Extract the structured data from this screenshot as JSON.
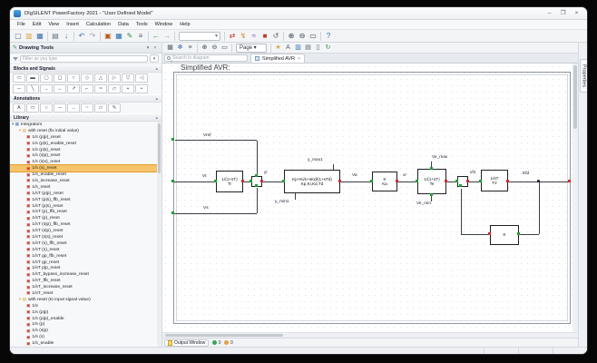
{
  "window": {
    "title": "DIgSILENT PowerFactory 2021  -  \"User Defined Model\"",
    "controls": [
      "–",
      "❐",
      "×"
    ]
  },
  "menu": {
    "items": [
      "File",
      "Edit",
      "View",
      "Insert",
      "Calculation",
      "Data",
      "Tools",
      "Window",
      "Help"
    ]
  },
  "toolbar_main": {
    "icons": [
      {
        "n": "new-icon",
        "g": "▢",
        "c": "#5a6b7d"
      },
      {
        "n": "open-icon",
        "g": "▥",
        "c": "#d9a441"
      },
      {
        "n": "save-icon",
        "g": "▦",
        "c": "#3f6fae"
      },
      {
        "sep": true
      },
      {
        "n": "print-icon",
        "g": "▤",
        "c": "#6b7680"
      },
      {
        "n": "export-icon",
        "g": "↓",
        "c": "#3f6fae"
      },
      {
        "sep": true
      },
      {
        "n": "undo-icon",
        "g": "↶",
        "c": "#3f6fae"
      },
      {
        "n": "redo-icon",
        "g": "↷",
        "c": "#9aa4ad"
      },
      {
        "sep": true
      },
      {
        "n": "data-manager-icon",
        "g": "▣",
        "c": "#b35a1f"
      },
      {
        "n": "network-model-icon",
        "g": "▦",
        "c": "#2e6fb0"
      },
      {
        "n": "graphic-icon",
        "g": "✎",
        "c": "#3c8c4e"
      },
      {
        "n": "output-icon",
        "g": "≡",
        "c": "#56606a"
      },
      {
        "sep": true
      },
      {
        "n": "back-icon",
        "g": "←",
        "c": "#2e9e3f"
      },
      {
        "n": "forward-icon",
        "g": "→",
        "c": "#7fbf8a"
      },
      {
        "sep": true
      },
      {
        "combo": true,
        "n": "study-case-combo"
      },
      {
        "sep": true
      },
      {
        "n": "load-flow-icon",
        "g": "⇄",
        "c": "#c23b3b"
      },
      {
        "n": "short-circuit-icon",
        "g": "↯",
        "c": "#d98b2b"
      },
      {
        "n": "simulation-icon",
        "g": "≈",
        "c": "#7a52a8"
      },
      {
        "n": "stop-icon",
        "g": "■",
        "c": "#c0392b"
      },
      {
        "n": "reset-icon",
        "g": "↺",
        "c": "#56606a"
      },
      {
        "sep": true
      },
      {
        "n": "zoom-in-icon",
        "g": "⊕",
        "c": "#3b4753"
      },
      {
        "n": "zoom-out-icon",
        "g": "⊖",
        "c": "#3b4753"
      },
      {
        "n": "zoom-all-icon",
        "g": "▭",
        "c": "#3b4753"
      },
      {
        "sep": true
      },
      {
        "n": "help-icon",
        "g": "?",
        "c": "#2e6fb0"
      }
    ]
  },
  "toolbar_diagram": {
    "icons": [
      {
        "n": "snap-grid-icon",
        "g": "▦",
        "c": "#56606a"
      },
      {
        "n": "freeze-mode-icon",
        "g": "✻",
        "c": "#3f6fae"
      },
      {
        "n": "layers-icon",
        "g": "≡",
        "c": "#56606a"
      },
      {
        "sep": true
      },
      {
        "n": "zoom-in-icon",
        "g": "⊕",
        "c": "#3b4753"
      },
      {
        "n": "zoom-out-icon",
        "g": "⊖",
        "c": "#3b4753"
      },
      {
        "n": "zoom-box-icon",
        "g": "▭",
        "c": "#3b4753"
      },
      {
        "sep": true
      },
      {
        "pagecombo": true,
        "label": "Page",
        "n": "page-select"
      },
      {
        "sep": true
      },
      {
        "n": "star-icon",
        "g": "★",
        "c": "#d9a441"
      },
      {
        "n": "annotation-icon",
        "g": "A",
        "c": "#56606a"
      },
      {
        "n": "color-mode-icon",
        "g": "▥",
        "c": "#2e6fb0"
      },
      {
        "n": "graphic-options-icon",
        "g": "▤",
        "c": "#56606a"
      },
      {
        "n": "page-setup-icon",
        "g": "▯",
        "c": "#56606a"
      },
      {
        "n": "refresh-icon",
        "g": "↻",
        "c": "#3c8c4e"
      }
    ]
  },
  "sidebar": {
    "header": "Drawing Tools",
    "header_buttons": [
      "▾",
      "×"
    ],
    "filter_placeholder": "Filter as you type",
    "filter_button": "▾",
    "sections": {
      "blocks": "Blocks and Signals",
      "annotations": "Annotations",
      "library": "Library"
    },
    "chevron": "▴",
    "palette_blocks_row1": [
      {
        "n": "shape-rect",
        "g": "▭"
      },
      {
        "n": "shape-rect-filled",
        "g": "▬"
      },
      {
        "n": "shape-square",
        "g": "▢"
      },
      {
        "n": "shape-square-2",
        "g": "◻"
      },
      {
        "n": "shape-circle",
        "g": "○"
      },
      {
        "n": "shape-diamond",
        "g": "◇"
      },
      {
        "n": "shape-triangle",
        "g": "△"
      },
      {
        "n": "shape-triangle-right",
        "g": "▷"
      },
      {
        "n": "shape-triangle-down",
        "g": "▽"
      },
      {
        "n": "shape-triangle-left",
        "g": "◁"
      }
    ],
    "palette_blocks_row2": [
      {
        "n": "signal-line",
        "g": "─"
      },
      {
        "n": "signal-diagonal",
        "g": "╲"
      },
      {
        "n": "signal-arrow",
        "g": "→"
      },
      {
        "n": "signal-double-arrow",
        "g": "↔"
      },
      {
        "n": "signal-up-arrow",
        "g": "↗"
      },
      {
        "n": "signal-corner",
        "g": "⌐"
      },
      {
        "n": "signal-wave",
        "g": "≈"
      },
      {
        "n": "signal-parallelogram",
        "g": "▱"
      },
      {
        "n": "signal-plus",
        "g": "+"
      },
      {
        "n": "signal-node",
        "g": "•"
      }
    ],
    "palette_annotations": [
      {
        "n": "text-tool",
        "g": "A"
      },
      {
        "n": "rect-tool",
        "g": "▭"
      },
      {
        "n": "ellipse-tool",
        "g": "○"
      },
      {
        "n": "line-tool",
        "g": "─"
      },
      {
        "n": "arrow-tool",
        "g": "→"
      },
      {
        "n": "curve-tool",
        "g": "~"
      },
      {
        "n": "polygon-tool",
        "g": "▱"
      },
      {
        "n": "pen-tool",
        "g": "✎"
      }
    ],
    "library": {
      "icon_glyphs": {
        "root": "▦",
        "folder": "▤",
        "block": "▣"
      },
      "icon_colors": {
        "root": "#4a78b5",
        "folder": "#d9a441",
        "block": "#c0392b"
      },
      "items": [
        {
          "label": "Integrators",
          "level": 0,
          "icon": "root"
        },
        {
          "label": "with reset (fix initial value)",
          "level": 1,
          "icon": "folder"
        },
        {
          "label": "1/s (p|p)_reset",
          "level": 2,
          "icon": "block"
        },
        {
          "label": "1/s (p|s)_enable_reset",
          "level": 2,
          "icon": "block"
        },
        {
          "label": "1/s (p|s)_reset",
          "level": 2,
          "icon": "block"
        },
        {
          "label": "1/s (s|p)_reset",
          "level": 2,
          "icon": "block"
        },
        {
          "label": "1/s (s|s)_reset",
          "level": 2,
          "icon": "block"
        },
        {
          "label": "1/s (s)_reset",
          "level": 2,
          "icon": "block",
          "selected": true
        },
        {
          "label": "1/s_enable_reset",
          "level": 2,
          "icon": "block"
        },
        {
          "label": "1/s_increase_reset",
          "level": 2,
          "icon": "block"
        },
        {
          "label": "1/s_reset",
          "level": 2,
          "icon": "block"
        },
        {
          "label": "1/sT (p|p)_reset",
          "level": 2,
          "icon": "block"
        },
        {
          "label": "1/sT (p|s)_ffb_reset",
          "level": 2,
          "icon": "block"
        },
        {
          "label": "1/sT (p|s)_reset",
          "level": 2,
          "icon": "block"
        },
        {
          "label": "1/sT (p)_ffb_reset",
          "level": 2,
          "icon": "block"
        },
        {
          "label": "1/sT (p)_reset",
          "level": 2,
          "icon": "block"
        },
        {
          "label": "1/sT (s|p)_ffb_reset",
          "level": 2,
          "icon": "block"
        },
        {
          "label": "1/sT (s|p)_reset",
          "level": 2,
          "icon": "block"
        },
        {
          "label": "1/sT (s|s)_reset",
          "level": 2,
          "icon": "block"
        },
        {
          "label": "1/sT (s)_ffb_reset",
          "level": 2,
          "icon": "block"
        },
        {
          "label": "1/sT (s)_reset",
          "level": 2,
          "icon": "block"
        },
        {
          "label": "1/sT gp_ffb_reset",
          "level": 2,
          "icon": "block"
        },
        {
          "label": "1/sT gp_reset",
          "level": 2,
          "icon": "block"
        },
        {
          "label": "1/sT p|p_reset",
          "level": 2,
          "icon": "block"
        },
        {
          "label": "1/sT_bypass_increase_reset",
          "level": 2,
          "icon": "block"
        },
        {
          "label": "1/sT_ffb_reset",
          "level": 2,
          "icon": "block"
        },
        {
          "label": "1/sT_increase_reset",
          "level": 2,
          "icon": "block"
        },
        {
          "label": "1/sT_reset",
          "level": 2,
          "icon": "block"
        },
        {
          "label": "with reset (to input signal value)",
          "level": 1,
          "icon": "folder"
        },
        {
          "label": "1/s",
          "level": 2,
          "icon": "block"
        },
        {
          "label": "1/s (p|p)",
          "level": 2,
          "icon": "block"
        },
        {
          "label": "1/s (p|p)_enable",
          "level": 2,
          "icon": "block"
        },
        {
          "label": "1/s (p)",
          "level": 2,
          "icon": "block"
        },
        {
          "label": "1/s (s|p)",
          "level": 2,
          "icon": "block"
        },
        {
          "label": "1/s (s)",
          "level": 2,
          "icon": "block"
        },
        {
          "label": "1/s_enable",
          "level": 2,
          "icon": "block"
        }
      ]
    }
  },
  "tabbar": {
    "search_placeholder": "Search in diagram",
    "tab": "Simplified AVR",
    "close": "×"
  },
  "canvas": {
    "title": "Simplified AVR:"
  },
  "diagram": {
    "blocks": {
      "tr": {
        "line1": "1/(1+sT)",
        "line2": "Tr"
      },
      "pid": {
        "line1": "Kp+Ki/s+sKd/(1+sTd)",
        "line2": "Kp,Ki,Kd,Td"
      },
      "ka": {
        "line1": "K",
        "line2": "Ka"
      },
      "te": {
        "line1": "1/(1+sT)",
        "line2": "Te"
      },
      "t2": {
        "line1": "1/sT",
        "line2": "T2"
      },
      "kf": {
        "line1": "K",
        "line2": ""
      }
    },
    "labels": {
      "vref": "Vref",
      "vt": "Vt",
      "vs": "Vs",
      "yi": "yi",
      "va": "Va",
      "vr": "vr",
      "ymax": "y_max1",
      "ymin": "y_min1",
      "vemax": "Ve_max",
      "vemin": "Ve_min",
      "vf2": "vf2",
      "efd": "Efd"
    }
  },
  "bottombar": {
    "output_window": "Output Window",
    "badges": [
      {
        "n": "info-count",
        "count": "0",
        "c": "#3aa655"
      },
      {
        "n": "warning-count",
        "count": "0",
        "c": "#e6a23c"
      }
    ]
  },
  "rightbar": {
    "tab": "Properties"
  }
}
